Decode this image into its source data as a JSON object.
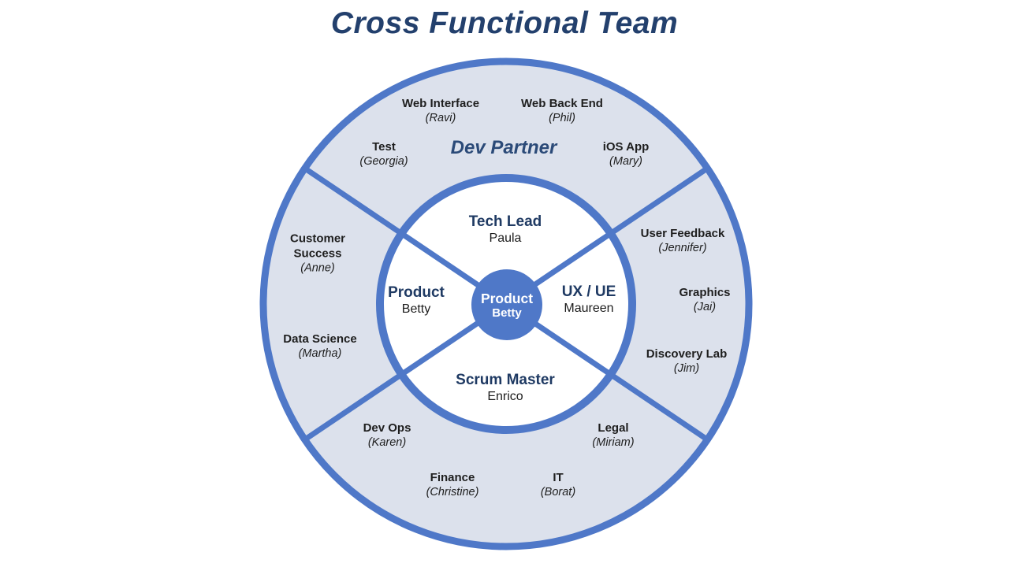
{
  "title": "Cross Functional Team",
  "colors": {
    "accent_blue": "#4f78c8",
    "ring_fill": "#dce1ec",
    "navy_text": "#23406d",
    "heading_navy": "#2b4a78",
    "inner_role_navy": "#1f3a63",
    "body_text": "#1e1e1e",
    "center_text": "#ffffff"
  },
  "diagram": {
    "outer_ring": {
      "heading": "Dev Partner",
      "top_items": [
        {
          "role": "Web Interface",
          "name": "(Ravi)"
        },
        {
          "role": "Web Back End",
          "name": "(Phil)"
        },
        {
          "role": "Test",
          "name": "(Georgia)"
        },
        {
          "role": "iOS App",
          "name": "(Mary)"
        }
      ],
      "left_items": [
        {
          "role": "Customer Success",
          "name": "(Anne)"
        },
        {
          "role": "Data Science",
          "name": "(Martha)"
        }
      ],
      "right_items": [
        {
          "role": "User Feedback",
          "name": "(Jennifer)"
        },
        {
          "role": "Graphics",
          "name": "(Jai)"
        },
        {
          "role": "Discovery Lab",
          "name": "(Jim)"
        }
      ],
      "bottom_items": [
        {
          "role": "Dev Ops",
          "name": "(Karen)"
        },
        {
          "role": "Legal",
          "name": "(Miriam)"
        },
        {
          "role": "Finance",
          "name": "(Christine)"
        },
        {
          "role": "IT",
          "name": "(Borat)"
        }
      ]
    },
    "inner_circle": {
      "roles": [
        {
          "role": "Tech Lead",
          "name": "Paula"
        },
        {
          "role": "Product",
          "name": "Betty"
        },
        {
          "role": "UX / UE",
          "name": "Maureen"
        },
        {
          "role": "Scrum Master",
          "name": "Enrico"
        }
      ]
    },
    "center": {
      "role": "Product",
      "name": "Betty"
    }
  }
}
